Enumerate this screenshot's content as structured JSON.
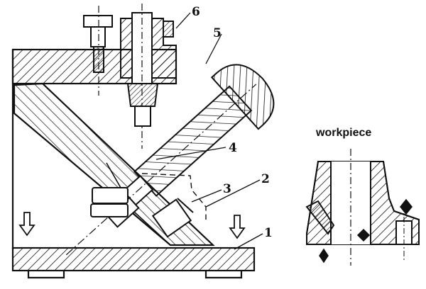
{
  "caption": "workpiece",
  "callouts": {
    "c1": "1",
    "c2": "2",
    "c3": "3",
    "c4": "4",
    "c5": "5",
    "c6": "6"
  },
  "colors": {
    "ink": "#111111",
    "paper": "#ffffff"
  }
}
